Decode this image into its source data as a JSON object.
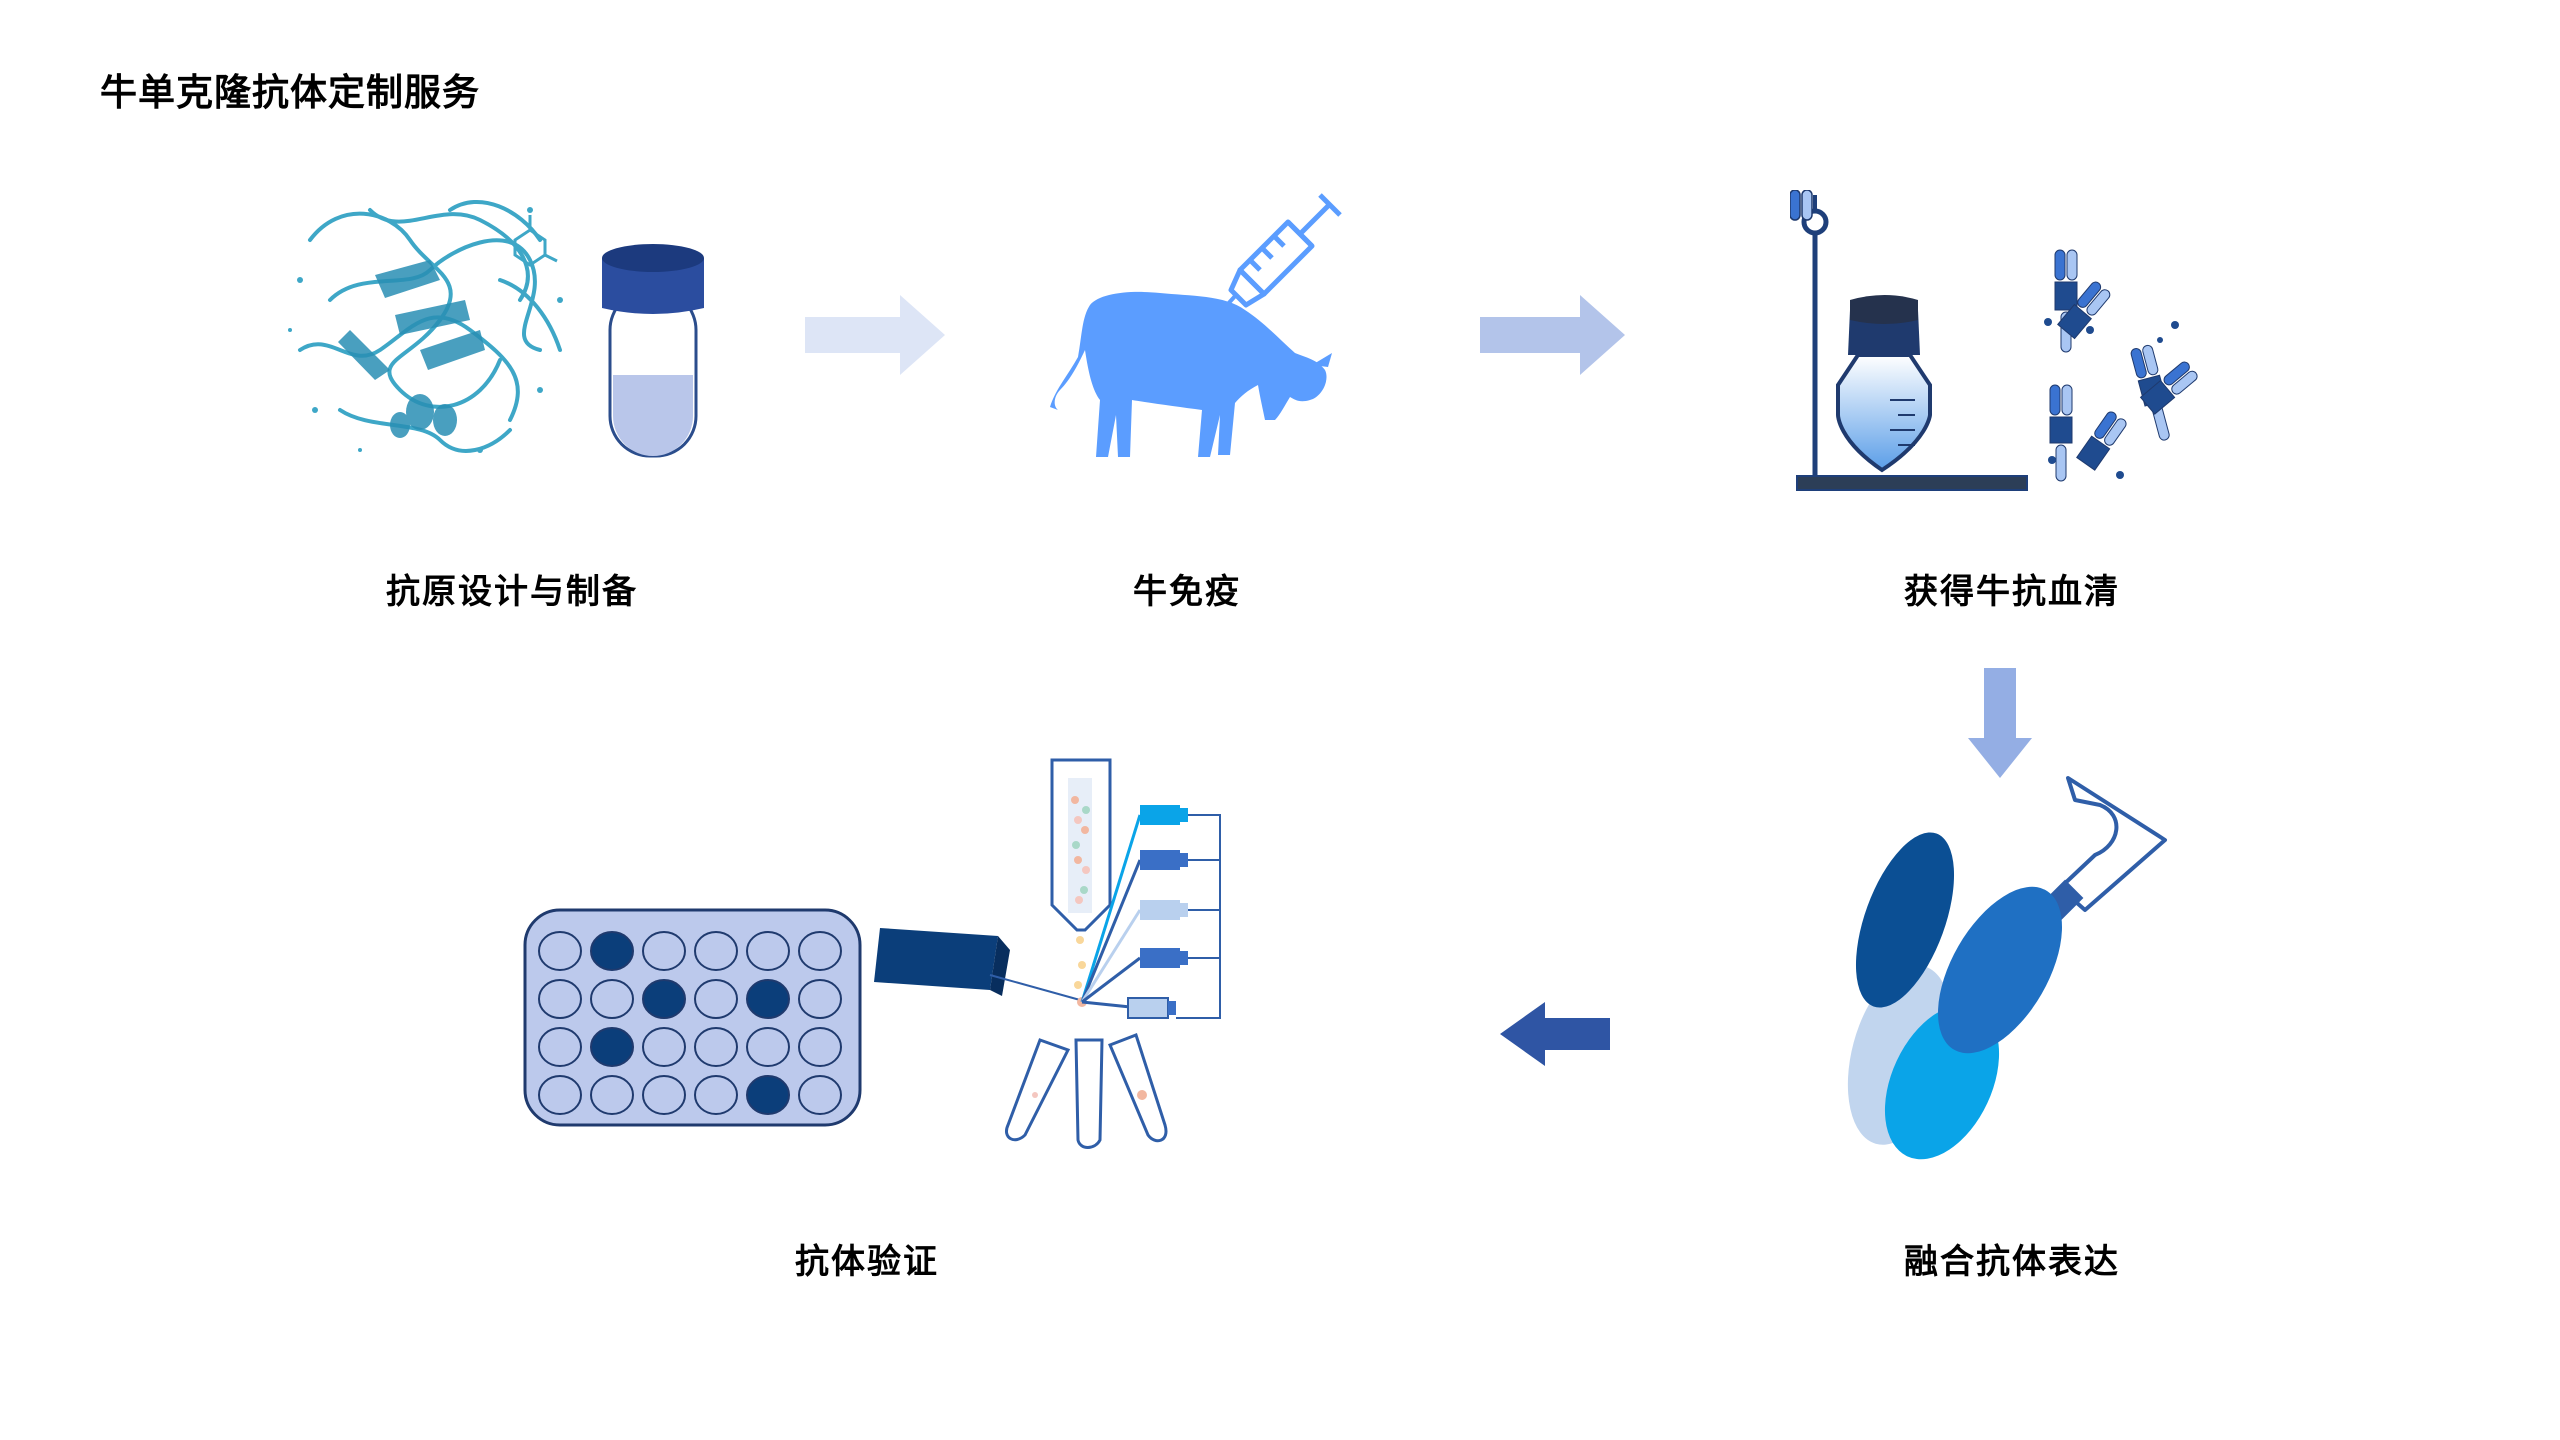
{
  "title": "牛单克隆抗体定制服务",
  "steps": [
    {
      "label": "抗原设计与制备",
      "icon": "protein-and-tube-icon"
    },
    {
      "label": "牛免疫",
      "icon": "cow-syringe-icon"
    },
    {
      "label": "获得牛抗血清",
      "icon": "serum-bottle-antibodies-icon"
    },
    {
      "label": "融合抗体表达",
      "icon": "fusion-antibody-icon"
    },
    {
      "label": "抗体验证",
      "icon": "elisa-plate-flow-sorter-icon"
    }
  ],
  "colors": {
    "arrow_light": "#dde5f6",
    "arrow_mid": "#b3c4ea",
    "arrow_down": "#94aee4",
    "arrow_dark": "#2f55a4",
    "cow": "#5b9dff",
    "navy": "#1f4b8f",
    "protein": "#3ea7c7"
  }
}
